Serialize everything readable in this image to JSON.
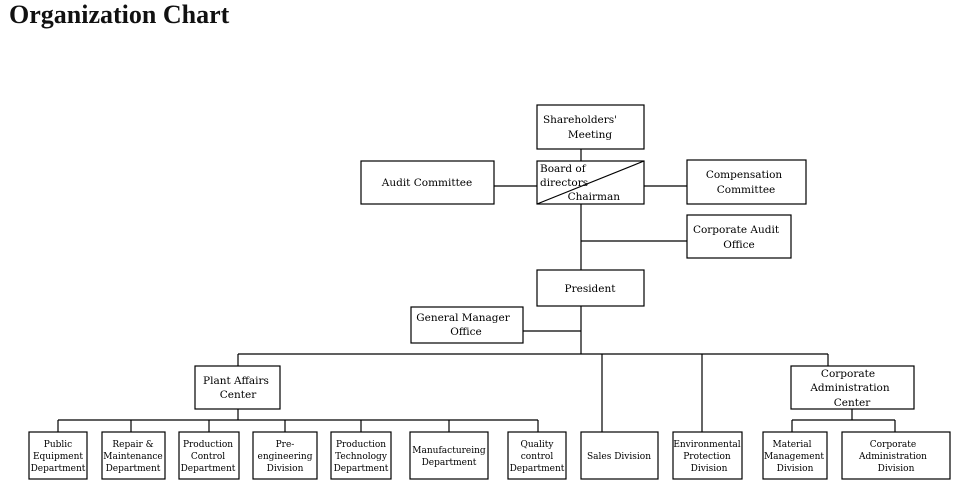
{
  "page": {
    "title": "Organization Chart"
  },
  "chart": {
    "shareholders": [
      "Shareholders'",
      "Meeting"
    ],
    "board_top": [
      "Board of",
      "directors"
    ],
    "board_chairman": "Chairman",
    "audit_committee": "Audit Committee",
    "compensation": [
      "Compensation",
      "Committee"
    ],
    "corporate_audit": [
      "Corporate Audit",
      "Office"
    ],
    "president": "President",
    "gm_office": [
      "General Manager",
      "Office"
    ],
    "plant_affairs": [
      "Plant Affairs",
      "Center"
    ],
    "corp_admin_center": [
      "Corporate",
      "Administration",
      "Center"
    ],
    "public_equipment": [
      "Public",
      "Equipment",
      "Department"
    ],
    "repair": [
      "Repair &",
      "Maintenance",
      "Department"
    ],
    "production_control": [
      "Production",
      "Control",
      "Department"
    ],
    "pre_engineering": [
      "Pre-",
      "engineering",
      "Division"
    ],
    "production_tech": [
      "Production",
      "Technology",
      "Department"
    ],
    "manufacturing": [
      "Manufactureing",
      "Department"
    ],
    "quality": [
      "Quality",
      "control",
      "Department"
    ],
    "sales": "Sales Division",
    "environmental": [
      "Environmental",
      "Protection",
      "Division"
    ],
    "material": [
      "Material",
      "Management",
      "Division"
    ],
    "corp_admin_div": [
      "Corporate",
      "Administration",
      "Division"
    ]
  }
}
